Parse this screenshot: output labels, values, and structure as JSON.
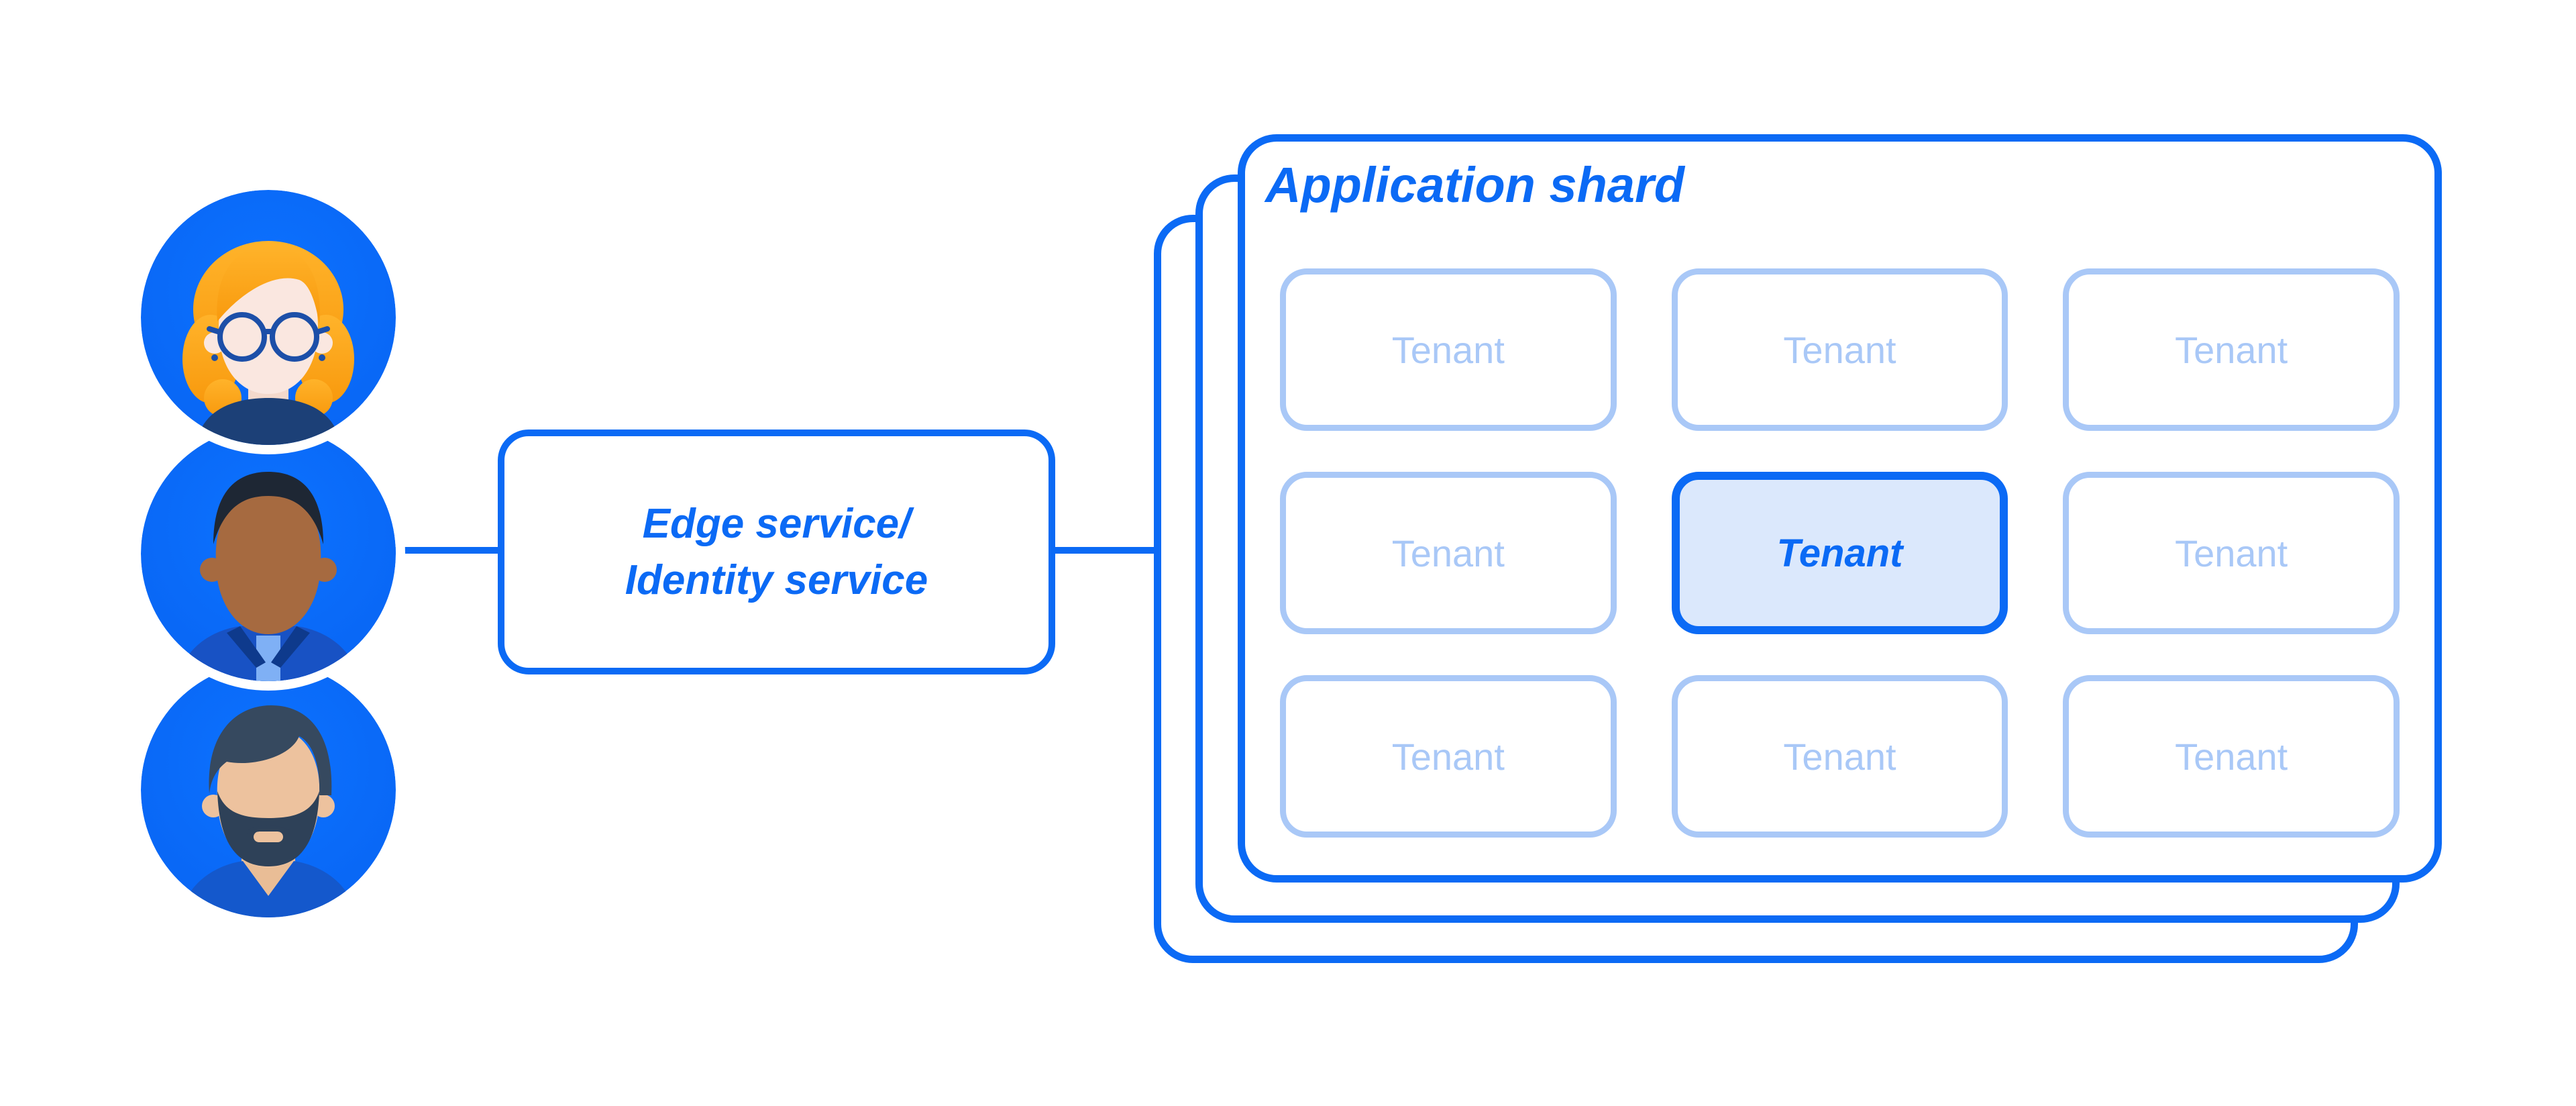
{
  "colors": {
    "primary_blue": "#0B6AF5",
    "light_blue": "#A9C8F7",
    "highlight_fill": "#DBE8FC",
    "avatar_circle_blue": "#0B6DFB",
    "canvas": "#FFFFFF"
  },
  "users": {
    "icons": [
      {
        "icon": "avatar-woman-glasses-icon"
      },
      {
        "icon": "avatar-man-icon"
      },
      {
        "icon": "avatar-man-beard-icon"
      }
    ]
  },
  "edge_box": {
    "label_line1": "Edge service/",
    "label_line2": "Identity service"
  },
  "shard_stack": {
    "title": "Application shard",
    "panel_count": 3,
    "tenants": [
      {
        "label": "Tenant",
        "highlighted": false
      },
      {
        "label": "Tenant",
        "highlighted": false
      },
      {
        "label": "Tenant",
        "highlighted": false
      },
      {
        "label": "Tenant",
        "highlighted": false
      },
      {
        "label": "Tenant",
        "highlighted": true
      },
      {
        "label": "Tenant",
        "highlighted": false
      },
      {
        "label": "Tenant",
        "highlighted": false
      },
      {
        "label": "Tenant",
        "highlighted": false
      },
      {
        "label": "Tenant",
        "highlighted": false
      }
    ]
  }
}
